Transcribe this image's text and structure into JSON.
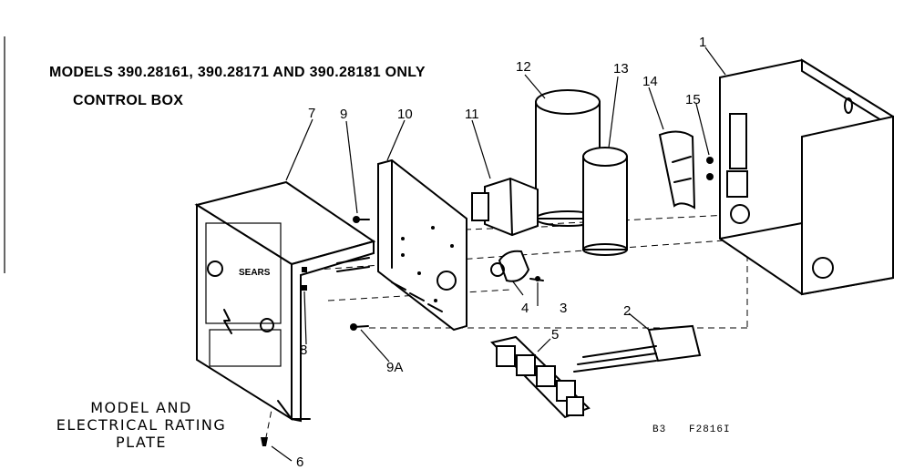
{
  "header": {
    "title": "MODELS 390.28161, 390.28171 AND 390.28181 ONLY",
    "subtitle": "CONTROL BOX"
  },
  "callouts": {
    "p1": "1",
    "p2": "2",
    "p3": "3",
    "p4": "4",
    "p5": "5",
    "p6": "6",
    "p7": "7",
    "p8": "8",
    "p9": "9",
    "p9a": "9A",
    "p10": "10",
    "p11": "11",
    "p12": "12",
    "p13": "13",
    "p14": "14",
    "p15": "15"
  },
  "plate_label": {
    "line1": "MODEL AND",
    "line2": "ELECTRICAL RATING",
    "line3": "PLATE"
  },
  "drawing_code": {
    "left": "B3",
    "right": "F2816I"
  },
  "panel_text": {
    "brand": "SEARS"
  }
}
